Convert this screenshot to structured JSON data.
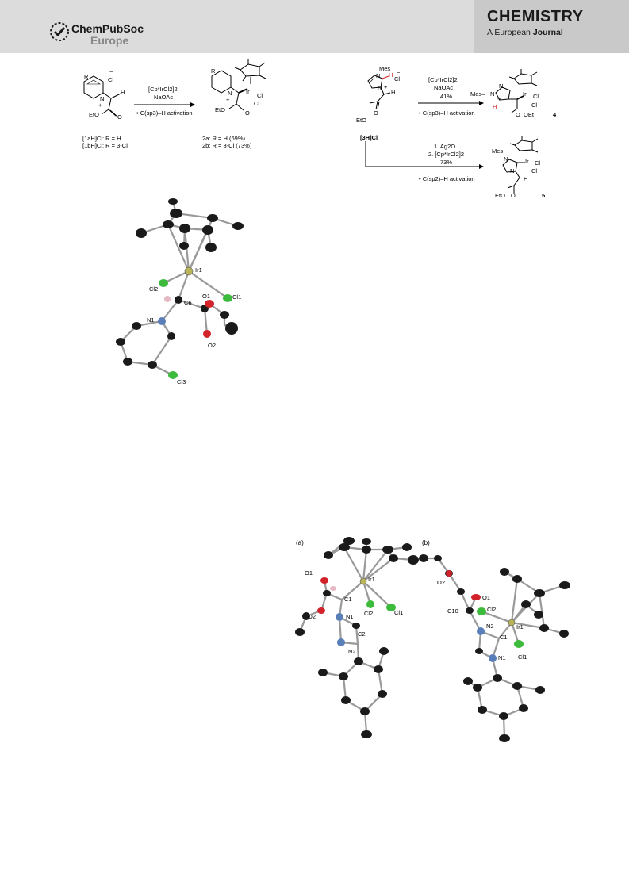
{
  "header": {
    "publisher_main": "ChemPubSoc",
    "publisher_sub": "Europe",
    "journal_title": "CHEMISTRY",
    "journal_sub_a": "A European",
    "journal_sub_b": "Journal"
  },
  "scheme_left": {
    "reagent_1": "[Cp*IrCl2]2",
    "reagent_2": "NaOAc",
    "note": "• C(sp3)–H activation",
    "sub_R": "R",
    "sub_R2": "R",
    "anion": "Cl",
    "minus": "−",
    "h_label": "H",
    "n_plus": "N",
    "plus": "+",
    "eto": "EtO",
    "o_label": "O",
    "ir": "Ir",
    "cl_a": "Cl",
    "cl_b": "Cl",
    "start_1": "[1aH]Cl: R = H",
    "start_2": "[1bH]Cl: R = 3-Cl",
    "prod_1": "2a: R = H (69%)",
    "prod_2": "2b: R = 3-Cl (73%)"
  },
  "scheme_right": {
    "mes": "Mes",
    "minus": "−",
    "anion": "Cl",
    "h_red": "H",
    "n_top": "N",
    "n_bot": "N",
    "plus": "+",
    "h_ch": "H",
    "eto": "EtO",
    "o_label": "O",
    "start": "[3H]Cl",
    "r1_1": "[Cp*IrCl2]2",
    "r1_2": "NaOAc",
    "r1_3": "41%",
    "r1_4": "• C(sp3)–H activation",
    "p4_mes": "Mes–",
    "p4_n": "N",
    "p4_n2": "N",
    "p4_plus": "+",
    "p4_h": "H",
    "p4_ir": "Ir",
    "p4_cl1": "Cl",
    "p4_cl2": "Cl",
    "p4_oet": "OEt",
    "p4_o": "O",
    "p4_label": "4",
    "r2_1": "1. Ag2O",
    "r2_2": "2. [Cp*IrCl2]2",
    "r2_3": "73%",
    "r2_4": "• C(sp2)–H activation",
    "p5_mes": "Mes",
    "p5_n": "N",
    "p5_n2": "N",
    "p5_ir": "Ir",
    "p5_cl1": "Cl",
    "p5_cl2": "Cl",
    "p5_h": "H",
    "p5_eto": "EtO",
    "p5_o": "O",
    "p5_label": "5"
  },
  "ortep1": {
    "ir1": "Ir1",
    "cl1": "Cl1",
    "cl2": "Cl2",
    "cl3": "Cl3",
    "c6": "C6",
    "o1": "O1",
    "o2": "O2",
    "n1": "N1"
  },
  "ortep2": {
    "panel_a": "(a)",
    "panel_b": "(b)",
    "a_o1": "O1",
    "a_o2": "O2",
    "a_c1": "C1",
    "a_ir1": "Ir1",
    "a_cl2": "Cl2",
    "a_cl1": "Cl1",
    "a_n1": "N1",
    "a_c2": "C2",
    "a_n2": "N2",
    "b_o2": "O2",
    "b_o1": "O1",
    "b_c10": "C10",
    "b_cl2": "Cl2",
    "b_n2": "N2",
    "b_ir1": "Ir1",
    "b_c1": "C1",
    "b_n1": "N1",
    "b_cl1": "Cl1"
  },
  "colors": {
    "header_bg": "#dcdcdc",
    "header_right_bg": "#c9c9c9",
    "ir_atom": "#b9b45a",
    "cl_atom": "#3dbb3d",
    "n_atom": "#5a7fb8",
    "o_atom": "#d2232a",
    "h_atom": "#e6b8c3",
    "c_atom": "#1a1a1a",
    "red_h": "#d2232a"
  }
}
